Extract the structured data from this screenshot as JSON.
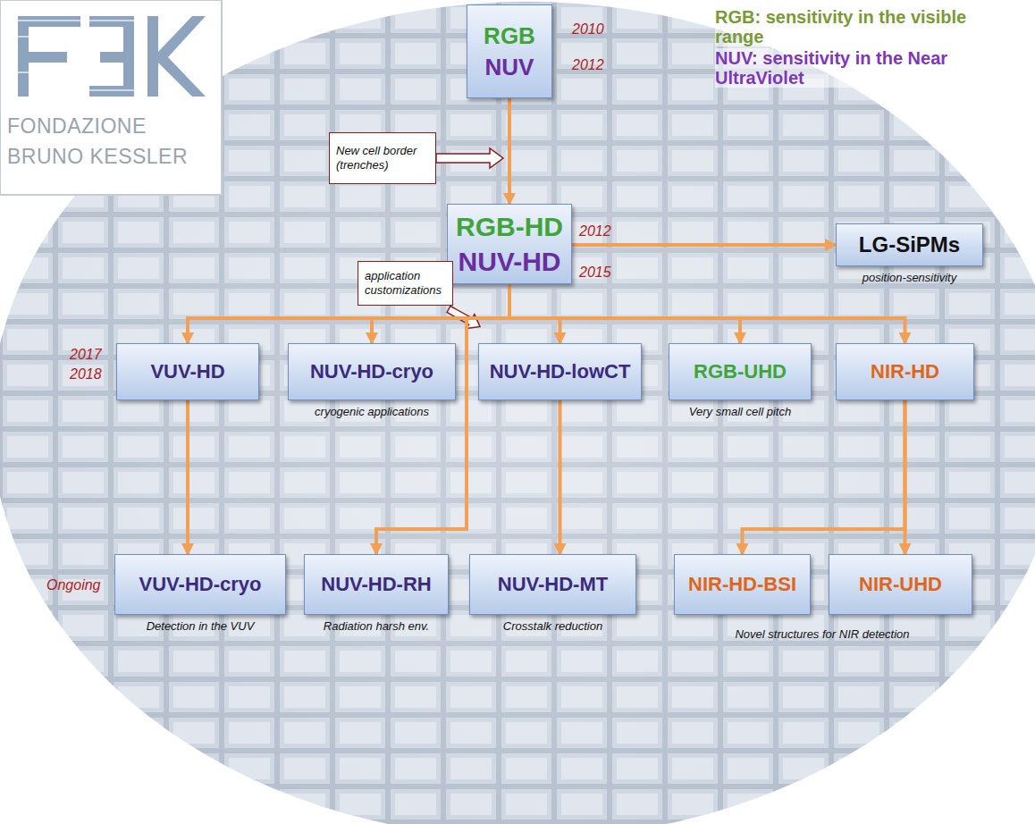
{
  "diagram": {
    "nodes": [
      {
        "text": [
          "RGB",
          "NUV"
        ]
      },
      {
        "text": [
          "New cell border (trenches)"
        ]
      },
      {
        "text": [
          "RGB-HD",
          "NUV-HD"
        ]
      },
      {
        "text": [
          "LG-SiPMs",
          "position-sensitivity"
        ]
      },
      {
        "text": [
          "application customizations"
        ]
      },
      {
        "text": [
          "VUV-HD"
        ]
      },
      {
        "text": [
          "NUV-HD-cryo",
          "cryogenic applications"
        ]
      },
      {
        "text": [
          "NUV-HD-lowCT"
        ]
      },
      {
        "text": [
          "RGB-UHD",
          "Very small cell pitch"
        ]
      },
      {
        "text": [
          "NIR-HD"
        ]
      },
      {
        "text": [
          "VUV-HD-cryo",
          "Detection in the VUV"
        ]
      },
      {
        "text": [
          "NUV-HD-RH",
          "Radiation harsh env."
        ]
      },
      {
        "text": [
          "NUV-HD-MT",
          "Crosstalk reduction"
        ]
      },
      {
        "text": [
          "NIR-HD-BSI"
        ]
      },
      {
        "text": [
          "NIR-UHD"
        ]
      }
    ],
    "edges": [
      {
        "from": 0,
        "to": 2,
        "arrow": "to"
      },
      {
        "from": 2,
        "to": 3,
        "arrow": "to"
      },
      {
        "from": 2,
        "to": 5,
        "arrow": "to"
      },
      {
        "from": 2,
        "to": 6,
        "arrow": "to"
      },
      {
        "from": 2,
        "to": 7,
        "arrow": "to"
      },
      {
        "from": 2,
        "to": 8,
        "arrow": "to"
      },
      {
        "from": 2,
        "to": 9,
        "arrow": "to"
      },
      {
        "from": 2,
        "to": 11,
        "arrow": "to"
      },
      {
        "from": 5,
        "to": 10,
        "arrow": "to"
      },
      {
        "from": 7,
        "to": 12,
        "arrow": "to"
      },
      {
        "from": 9,
        "to": 13,
        "arrow": "to"
      },
      {
        "from": 9,
        "to": 14,
        "arrow": "to"
      }
    ],
    "labels": [
      "2010",
      "2012",
      "2012",
      "2015",
      "2017",
      "2018",
      "Ongoing",
      "Novel structures for NIR detection",
      "FONDAZIONE",
      "BRUNO KESSLER",
      "RGB: sensitivity in the visible range",
      "NUV: sensitivity in the Near UltraViolet"
    ]
  }
}
